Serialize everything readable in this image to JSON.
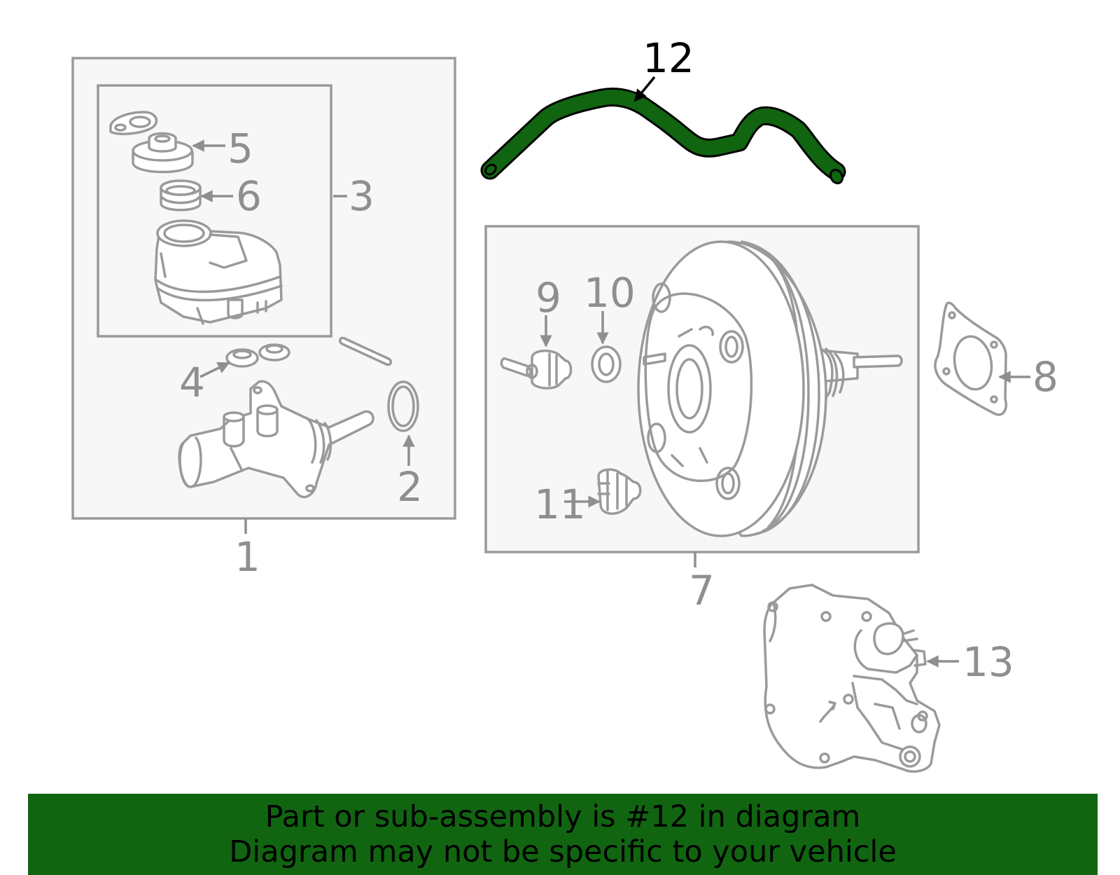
{
  "diagram": {
    "highlight_color": "#116511",
    "line_color": "#9a9a9a",
    "highlighted_part": "12",
    "callouts": {
      "c1": "1",
      "c2": "2",
      "c3": "3",
      "c4": "4",
      "c5": "5",
      "c6": "6",
      "c7": "7",
      "c8": "8",
      "c9": "9",
      "c10": "10",
      "c11": "11",
      "c12": "12",
      "c13": "13"
    }
  },
  "banner": {
    "background": "#116511",
    "line1": "Part or sub-assembly is #12 in diagram",
    "line2": "Diagram may not be specific to your vehicle"
  }
}
